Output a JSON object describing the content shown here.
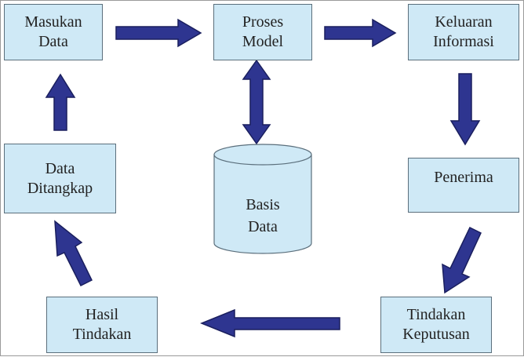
{
  "diagram": {
    "nodes": {
      "masukan_data": {
        "line1": "Masukan",
        "line2": "Data"
      },
      "proses_model": {
        "line1": "Proses",
        "line2": "Model"
      },
      "keluaran": {
        "line1": "Keluaran",
        "line2": "Informasi"
      },
      "data_ditangkap": {
        "line1": "Data",
        "line2": "Ditangkap"
      },
      "penerima": {
        "line1": "Penerima"
      },
      "hasil_tindakan": {
        "line1": "Hasil",
        "line2": "Tindakan"
      },
      "tindakan_keputusan": {
        "line1": "Tindakan",
        "line2": "Keputusan"
      },
      "basis_data": {
        "line1": "Basis",
        "line2": "Data"
      }
    },
    "colors": {
      "box_fill": "#cfe9f6",
      "box_border": "#5b6f7c",
      "arrow_fill": "#2e3590",
      "arrow_outline": "#1a1f5e",
      "text": "#222222"
    }
  }
}
